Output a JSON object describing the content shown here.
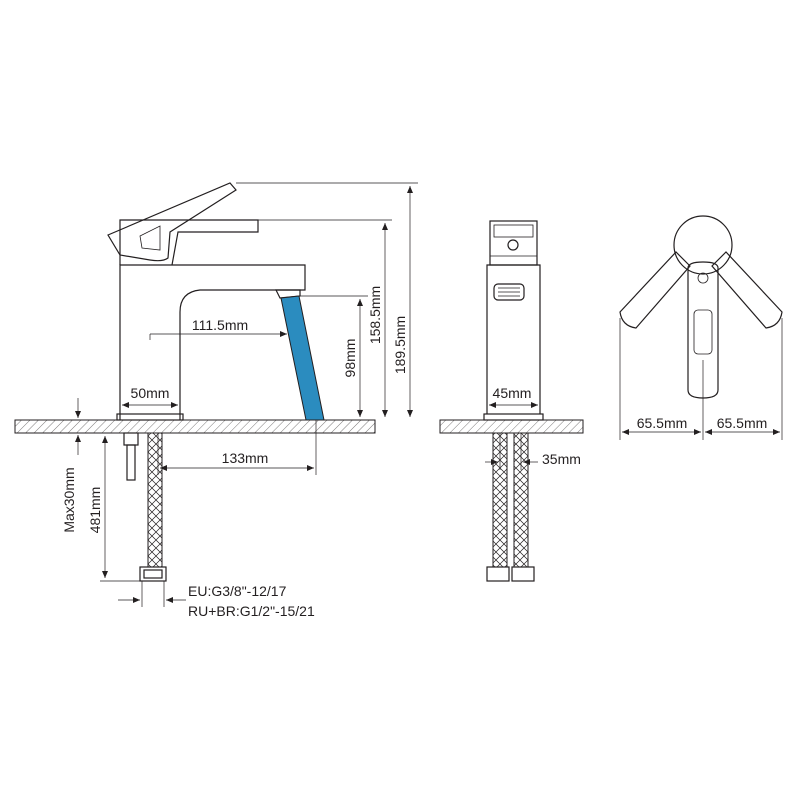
{
  "dimensions": {
    "side_aerator_reach": "111.5mm",
    "side_total_height": "189.5mm",
    "side_spout_height": "158.5mm",
    "side_outlet_height": "98mm",
    "side_base_width": "50mm",
    "side_spout_projection": "133mm",
    "side_max_deck": "Max30mm",
    "side_hose_length": "481mm",
    "front_body_width": "45mm",
    "front_hose_spacing": "35mm",
    "top_lever_swing_left": "65.5mm",
    "top_lever_swing_right": "65.5mm"
  },
  "connections": {
    "eu_thread": "EU:G3/8\"-12/17",
    "ru_br_thread": "RU+BR:G1/2\"-15/21"
  },
  "colors": {
    "water_stream": "#2b8cbf",
    "line": "#231f20"
  }
}
